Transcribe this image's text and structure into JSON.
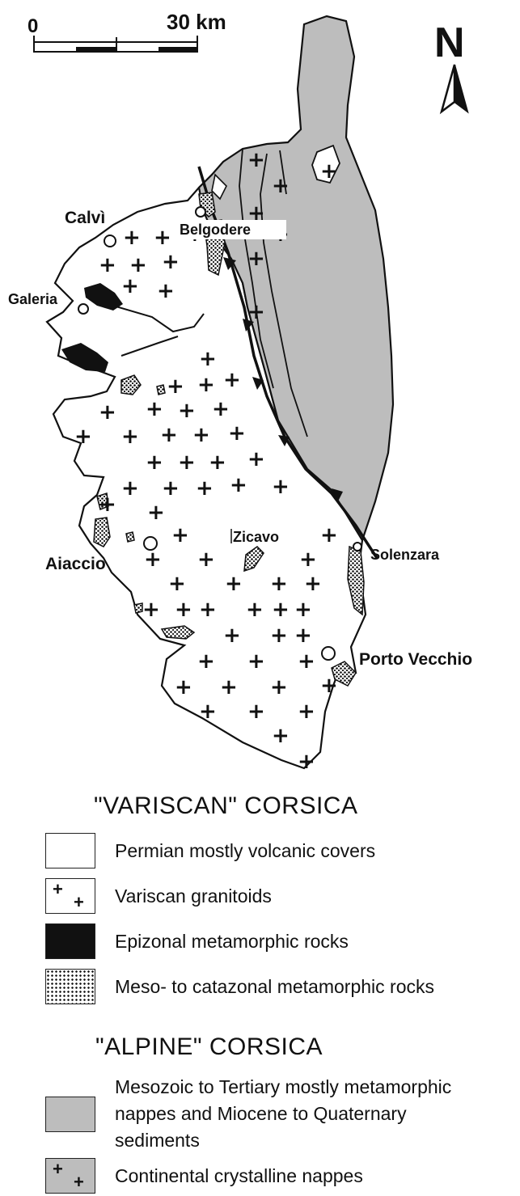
{
  "scale_bar": {
    "start_label": "0",
    "end_label": "30 km"
  },
  "north_arrow": {
    "letter": "N"
  },
  "places": {
    "calvi": "Calvì",
    "belgodere": "Belgodere",
    "galeria": "Galeria",
    "aiaccio": "Aiaccio",
    "zicavo": "Zicavo",
    "solenzara": "Solenzara",
    "porto_vecchio": "Porto Vecchio"
  },
  "colors": {
    "alpine_grey": "#bdbdbd",
    "epizonal_black": "#111111",
    "outline": "#111111"
  },
  "legend": {
    "variscan_heading": "\"VARISCAN\" CORSICA",
    "variscan_items": [
      {
        "label": "Permian mostly volcanic covers",
        "pattern": "white"
      },
      {
        "label": "Variscan granitoids",
        "pattern": "plus"
      },
      {
        "label": "Epizonal metamorphic rocks",
        "pattern": "black"
      },
      {
        "label": "Meso- to catazonal metamorphic rocks",
        "pattern": "stipple"
      }
    ],
    "alpine_heading": "\"ALPINE\" CORSICA",
    "alpine_items": [
      {
        "label_lines": [
          "Mesozoic to Tertiary mostly metamorphic",
          "nappes and Miocene to Quaternary",
          "sediments"
        ],
        "pattern": "grey"
      },
      {
        "label": "Continental crystalline nappes",
        "pattern": "plus"
      }
    ]
  }
}
